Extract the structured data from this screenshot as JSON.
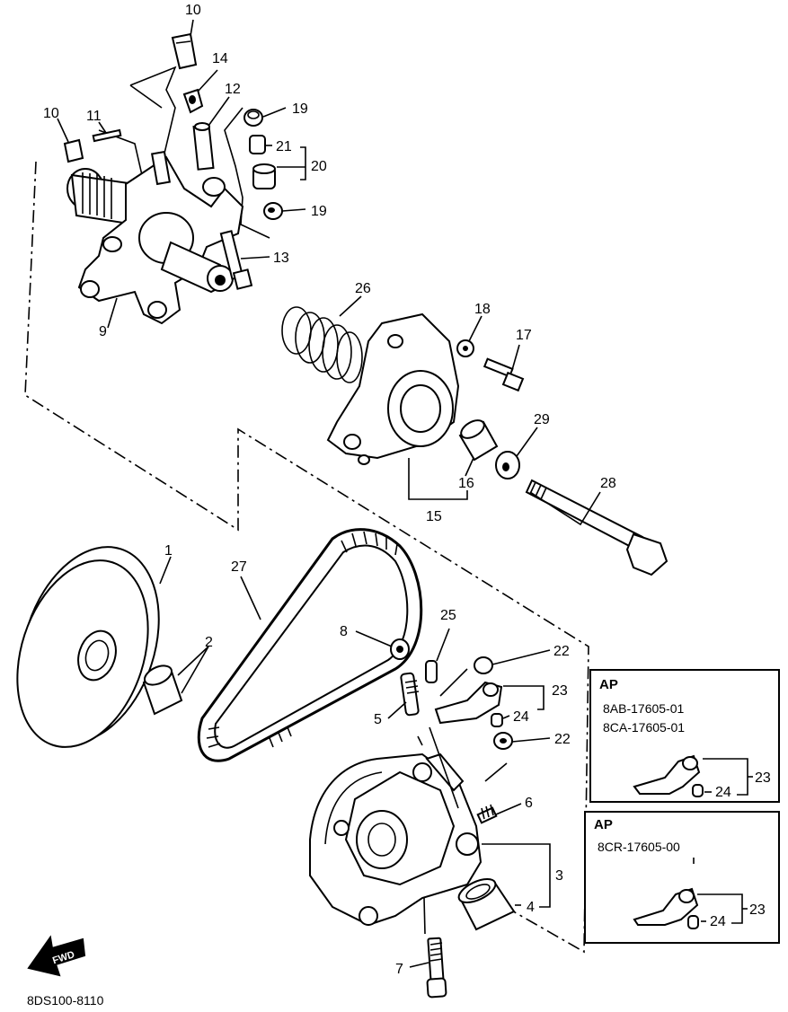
{
  "diagram": {
    "drawing_code": "8DS100-8110",
    "fwd_label": "FWD",
    "callouts": [
      {
        "id": "c10a",
        "label": "10"
      },
      {
        "id": "c14",
        "label": "14"
      },
      {
        "id": "c12",
        "label": "12"
      },
      {
        "id": "c19a",
        "label": "19"
      },
      {
        "id": "c10b",
        "label": "10"
      },
      {
        "id": "c11",
        "label": "11"
      },
      {
        "id": "c21",
        "label": "21"
      },
      {
        "id": "c20",
        "label": "20"
      },
      {
        "id": "c19b",
        "label": "19"
      },
      {
        "id": "c13",
        "label": "13"
      },
      {
        "id": "c9",
        "label": "9"
      },
      {
        "id": "c26a",
        "label": "26"
      },
      {
        "id": "c18",
        "label": "18"
      },
      {
        "id": "c17",
        "label": "17"
      },
      {
        "id": "c29",
        "label": "29"
      },
      {
        "id": "c16",
        "label": "16"
      },
      {
        "id": "c15",
        "label": "15"
      },
      {
        "id": "c28",
        "label": "28"
      },
      {
        "id": "c1",
        "label": "1"
      },
      {
        "id": "c27",
        "label": "27"
      },
      {
        "id": "c2",
        "label": "2"
      },
      {
        "id": "c8",
        "label": "8"
      },
      {
        "id": "c25",
        "label": "25"
      },
      {
        "id": "c22a",
        "label": "22"
      },
      {
        "id": "c23a",
        "label": "23"
      },
      {
        "id": "c5",
        "label": "5"
      },
      {
        "id": "c24a",
        "label": "24"
      },
      {
        "id": "c22b",
        "label": "22"
      },
      {
        "id": "c6",
        "label": "6"
      },
      {
        "id": "c3",
        "label": "3"
      },
      {
        "id": "c4",
        "label": "4"
      },
      {
        "id": "c7",
        "label": "7"
      }
    ],
    "ap_boxes": [
      {
        "title": "AP",
        "codes": [
          "8AB-17605-01",
          "8CA-17605-01"
        ],
        "label_23": "23",
        "label_24": "24"
      },
      {
        "title": "AP",
        "codes": [
          "8CR-17605-00"
        ],
        "label_23": "23",
        "label_24": "24"
      }
    ]
  }
}
